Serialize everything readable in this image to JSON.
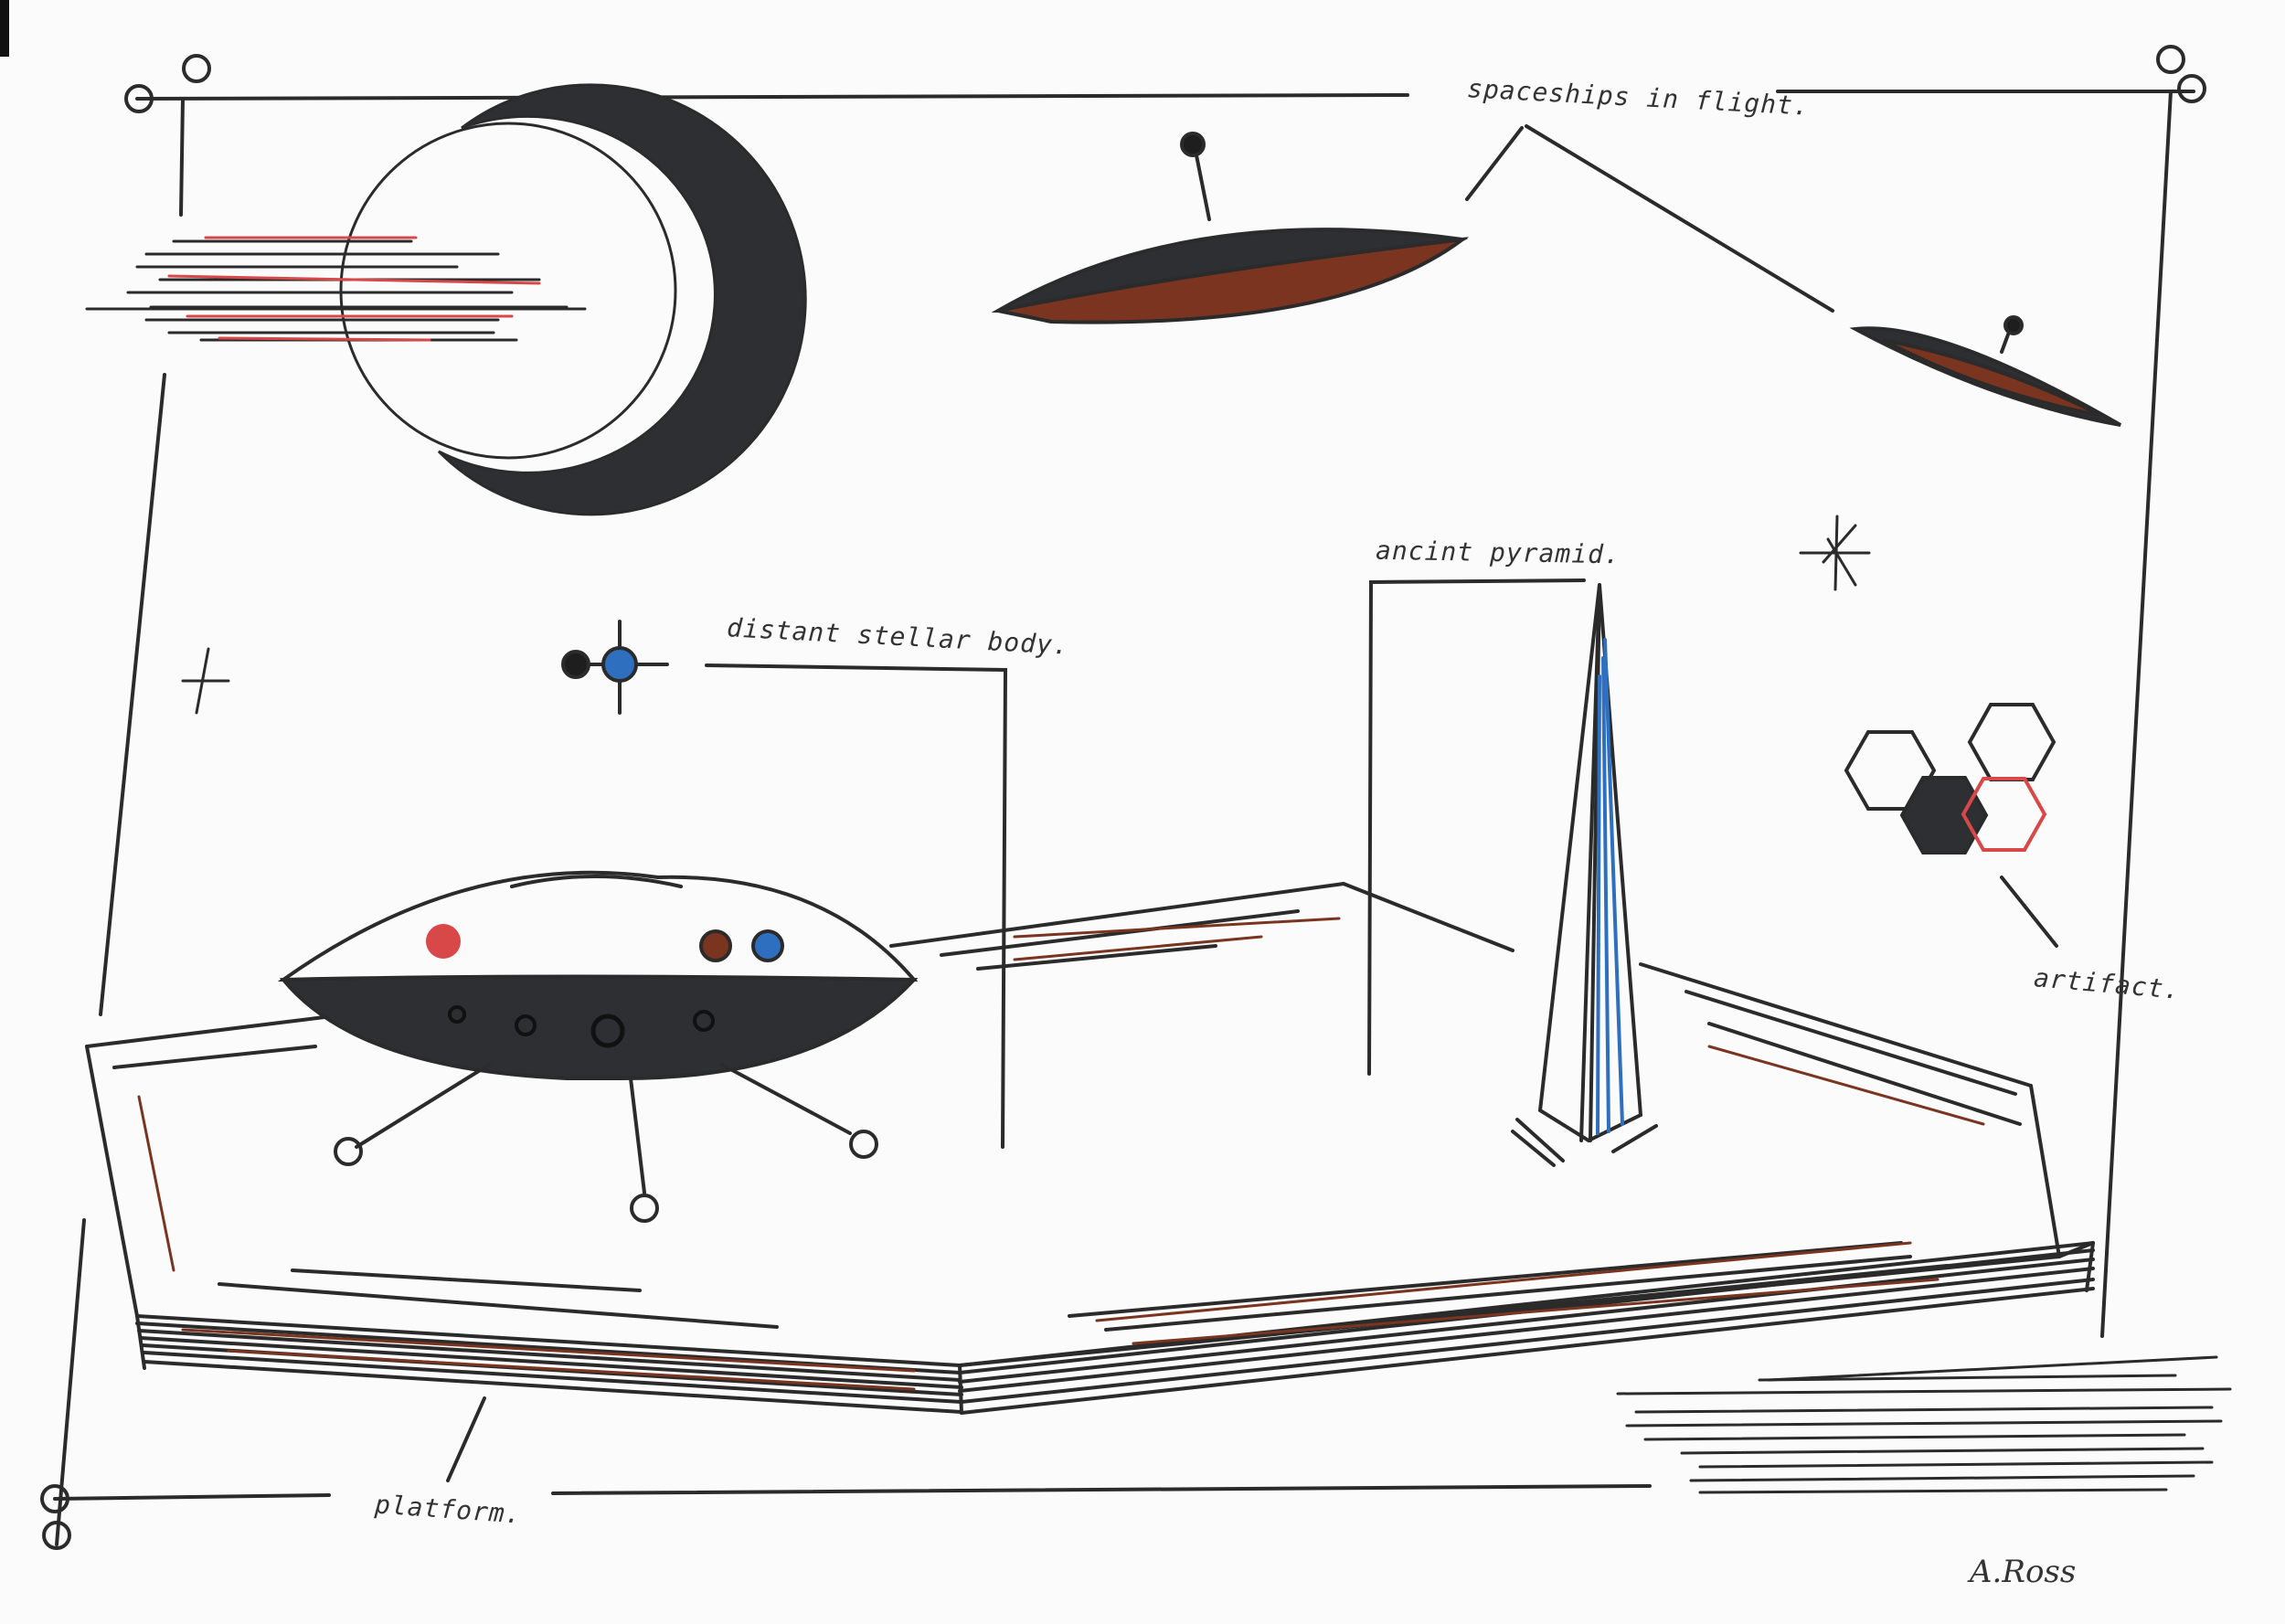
{
  "labels": {
    "spaceships": "spaceships in flight.",
    "pyramid": "ancint pyramid.",
    "stellar": "distant stellar body.",
    "artifact": "artifact.",
    "platform": "platform."
  },
  "signature": "A.Ross",
  "colors": {
    "ink": "#2b2b2b",
    "dark_fill": "#2e2f33",
    "red": "#d84848",
    "rust": "#7a3420",
    "blue": "#2f6fc0",
    "paper": "#fbfbfb"
  }
}
